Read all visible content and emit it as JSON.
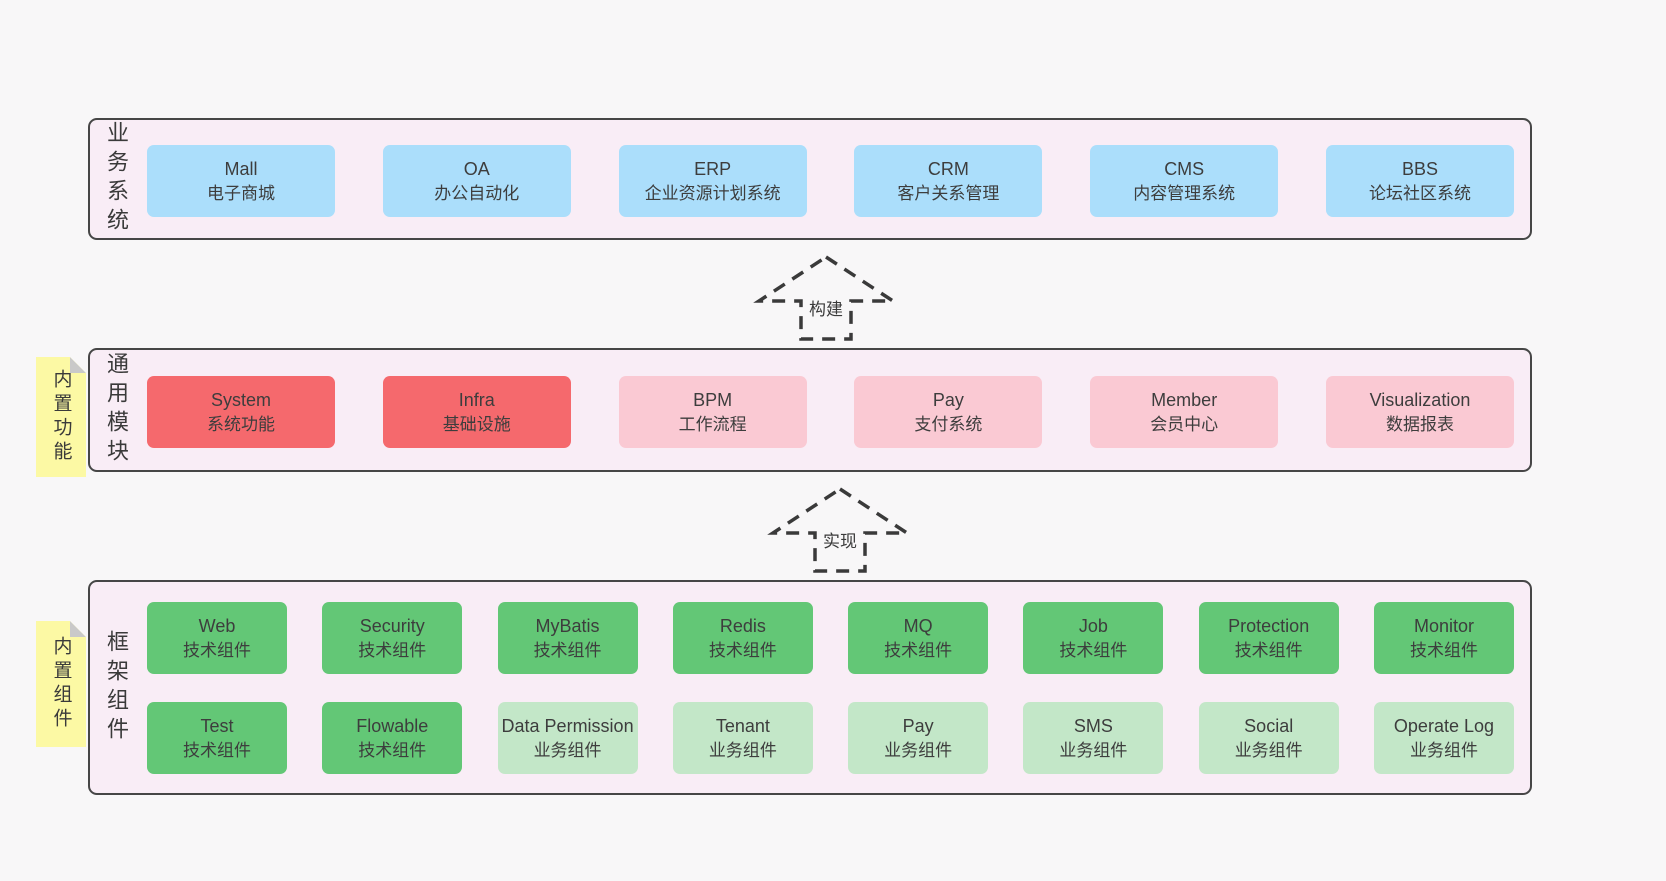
{
  "diagram": {
    "title": "framework-architecture-diagram",
    "colors": {
      "page_bg": "#f8f7f8",
      "band_bg": "#f9edf6",
      "band_border": "#464646",
      "blue_box": "#abdefb",
      "red_box": "#f5696d",
      "pink_box": "#fac9d3",
      "green_box": "#63c776",
      "light_green_box": "#c3e7c8",
      "sticky_yellow": "#fcf9a4",
      "sticky_fold_gray": "#c9c9c9",
      "text": "#3d3d3d"
    },
    "arrows": [
      {
        "label": "构建"
      },
      {
        "label": "实现"
      }
    ],
    "bands": [
      {
        "label": "业务系统",
        "boxes": [
          {
            "en": "Mall",
            "zh": "电子商城"
          },
          {
            "en": "OA",
            "zh": "办公自动化"
          },
          {
            "en": "ERP",
            "zh": "企业资源计划系统"
          },
          {
            "en": "CRM",
            "zh": "客户关系管理"
          },
          {
            "en": "CMS",
            "zh": "内容管理系统"
          },
          {
            "en": "BBS",
            "zh": "论坛社区系统"
          }
        ]
      },
      {
        "label": "通用模块",
        "sticky": "内置功能",
        "boxes": [
          {
            "en": "System",
            "zh": "系统功能"
          },
          {
            "en": "Infra",
            "zh": "基础设施"
          },
          {
            "en": "BPM",
            "zh": "工作流程"
          },
          {
            "en": "Pay",
            "zh": "支付系统"
          },
          {
            "en": "Member",
            "zh": "会员中心"
          },
          {
            "en": "Visualization",
            "zh": "数据报表"
          }
        ]
      },
      {
        "label": "框架组件",
        "sticky": "内置组件",
        "rows": [
          [
            {
              "en": "Web",
              "zh": "技术组件"
            },
            {
              "en": "Security",
              "zh": "技术组件"
            },
            {
              "en": "MyBatis",
              "zh": "技术组件"
            },
            {
              "en": "Redis",
              "zh": "技术组件"
            },
            {
              "en": "MQ",
              "zh": "技术组件"
            },
            {
              "en": "Job",
              "zh": "技术组件"
            },
            {
              "en": "Protection",
              "zh": "技术组件"
            },
            {
              "en": "Monitor",
              "zh": "技术组件"
            }
          ],
          [
            {
              "en": "Test",
              "zh": "技术组件"
            },
            {
              "en": "Flowable",
              "zh": "技术组件"
            },
            {
              "en": "Data Permission",
              "zh": "业务组件"
            },
            {
              "en": "Tenant",
              "zh": "业务组件"
            },
            {
              "en": "Pay",
              "zh": "业务组件"
            },
            {
              "en": "SMS",
              "zh": "业务组件"
            },
            {
              "en": "Social",
              "zh": "业务组件"
            },
            {
              "en": "Operate Log",
              "zh": "业务组件"
            }
          ]
        ]
      }
    ]
  }
}
